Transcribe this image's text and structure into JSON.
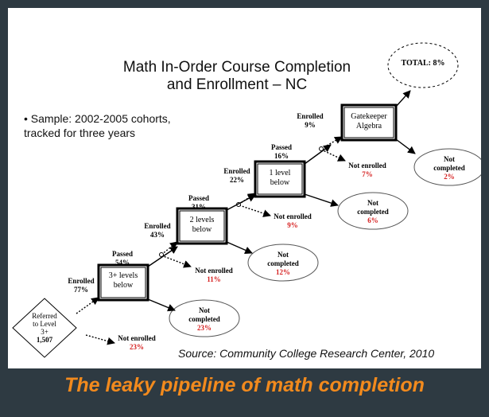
{
  "title": {
    "line1": "Math In-Order Course Completion",
    "line2": "and Enrollment – NC"
  },
  "sample_note": {
    "line1": "• Sample: 2002-2005 cohorts,",
    "line2": "tracked for three years"
  },
  "start": {
    "line1": "Referred",
    "line2": "to Level",
    "line3": "3+",
    "line4": "1,507"
  },
  "total": "TOTAL: 8%",
  "source": "Source: Community College Research Center, 2010",
  "caption": "The leaky pipeline of math completion",
  "levels": [
    {
      "box_line1": "3+ levels",
      "box_line2": "below",
      "enrolled_label": "Enrolled",
      "enrolled_pct": "77%",
      "not_enrolled_label": "Not enrolled",
      "not_enrolled_pct": "23%",
      "not_completed_line1": "Not",
      "not_completed_line2": "completed",
      "not_completed_pct": "23%",
      "passed_label": "Passed",
      "passed_pct": "54%"
    },
    {
      "box_line1": "2 levels",
      "box_line2": "below",
      "enrolled_label": "Enrolled",
      "enrolled_pct": "43%",
      "not_enrolled_label": "Not enrolled",
      "not_enrolled_pct": "11%",
      "not_completed_line1": "Not",
      "not_completed_line2": "completed",
      "not_completed_pct": "12%",
      "passed_label": "Passed",
      "passed_pct": "31%"
    },
    {
      "box_line1": "1 level",
      "box_line2": "below",
      "enrolled_label": "Enrolled",
      "enrolled_pct": "22%",
      "not_enrolled_label": "Not enrolled",
      "not_enrolled_pct": "9%",
      "not_completed_line1": "Not",
      "not_completed_line2": "completed",
      "not_completed_pct": "6%",
      "passed_label": "Passed",
      "passed_pct": "16%"
    },
    {
      "box_line1": "Gatekeeper",
      "box_line2": "Algebra",
      "enrolled_label": "Enrolled",
      "enrolled_pct": "9%",
      "not_enrolled_label": "Not enrolled",
      "not_enrolled_pct": "7%",
      "not_completed_line1": "Not",
      "not_completed_line2": "completed",
      "not_completed_pct": "2%"
    }
  ],
  "colors": {
    "background": "#2e3a42",
    "panel": "#ffffff",
    "caption": "#f28a1d",
    "percent_red": "#d62020"
  }
}
